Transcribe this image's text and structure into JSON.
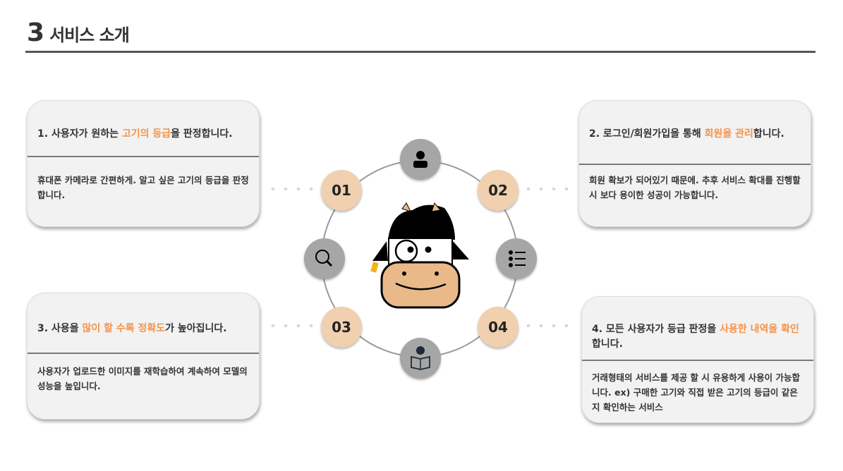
{
  "header": {
    "number": "3",
    "title": "서비스 소개"
  },
  "cards": [
    {
      "head_pre": "1. 사용자가 원하는 ",
      "head_hl": "고기의 등급",
      "head_post": "을 판정합니다.",
      "body": "휴대폰 카메라로 간편하게. 알고 싶은 고기의 등급을 판정합니다."
    },
    {
      "head_pre": "2. 로그인/회원가입을 통해 ",
      "head_hl": "회원을 관리",
      "head_post": "합니다.",
      "body": "회원 확보가 되어있기 때문에. 추후 서비스 확대를 진행할 시 보다 용이한 성공이 가능합니다."
    },
    {
      "head_pre": "3. 사용을 ",
      "head_hl": "많이 할 수록 정확도",
      "head_post": "가 높아집니다.",
      "body": "사용자가 업로드한 이미지를 재학습하여 계속하여 모델의 성능을 높입니다."
    },
    {
      "head_pre": "4. 모든 사용자가 등급 판정을 ",
      "head_hl": "사용한 내역을 확인",
      "head_post": "합니다.",
      "body": "거래형태의 서비스를 제공 할 시 유용하게 사용이 가능합니다. ex) 구매한 고기와 직접 받은 고기의 등급이 같은지 확인하는 서비스"
    }
  ],
  "steps": [
    "01",
    "02",
    "03",
    "04"
  ],
  "icons": [
    "person-icon",
    "list-icon",
    "search-icon",
    "reader-icon"
  ],
  "colors": {
    "accent": "#f5934a",
    "step": "#f0d0ae",
    "icon_bg": "#a6a6a6"
  }
}
